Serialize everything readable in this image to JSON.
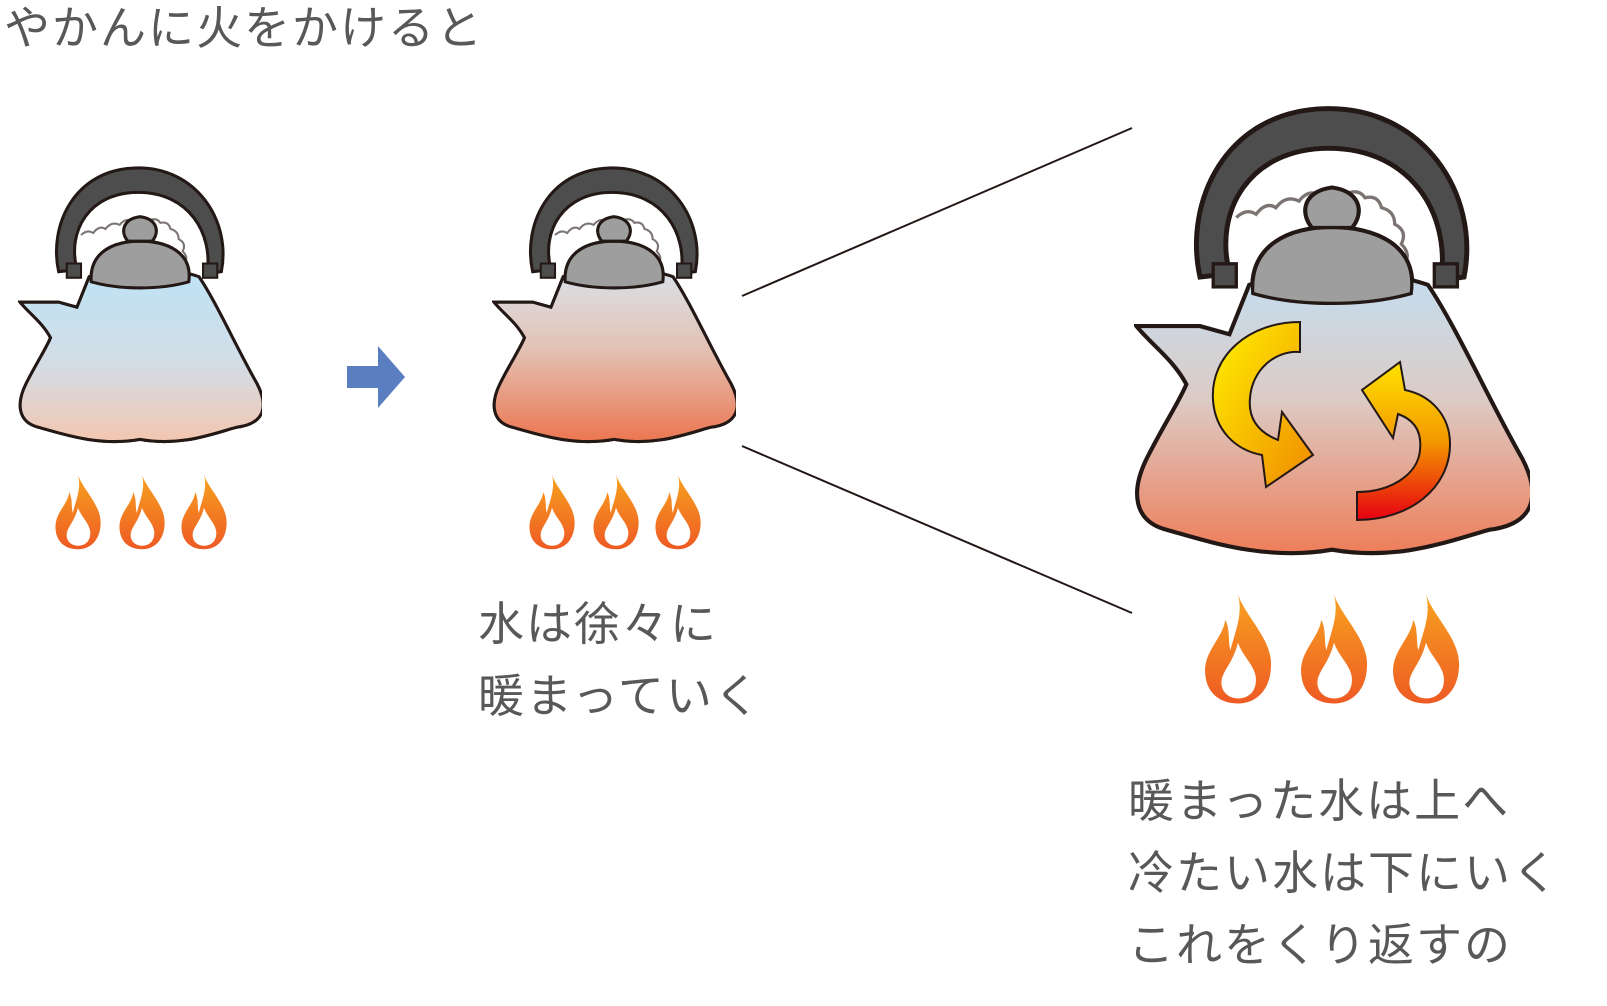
{
  "heading": "やかんに火をかけると",
  "caption_middle": [
    "水は徐々に",
    "暖まっていく"
  ],
  "caption_right": [
    "暖まった水は上へ",
    "冷たい水は下にいく",
    "これをくり返すの"
  ],
  "colors": {
    "text": "#595757",
    "outline": "#231815",
    "handle": "#4a4a4a",
    "lid": "#9b9b9b",
    "water_cold": "#bfe2f5",
    "water_hot": "#ea7552",
    "arrow": "#5b7ec1",
    "flame_outer": "#f08c2c",
    "flame_inner": "#ffffff"
  },
  "icons": [
    "kettle-icon",
    "flame-icon",
    "arrow-right-icon",
    "circulation-arrow-icon"
  ]
}
